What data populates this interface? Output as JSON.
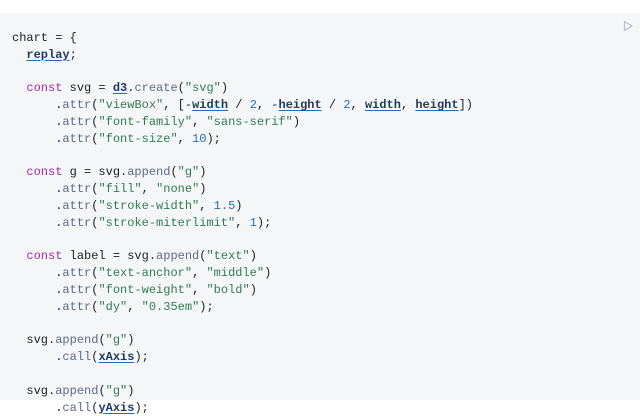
{
  "cell": {
    "run_icon": "play-icon",
    "lines": [
      [
        {
          "t": "chart = {",
          "c": ""
        }
      ],
      [
        {
          "t": "  ",
          "c": ""
        },
        {
          "t": "replay",
          "c": "ref"
        },
        {
          "t": ";",
          "c": ""
        }
      ],
      [
        {
          "t": "",
          "c": ""
        }
      ],
      [
        {
          "t": "  ",
          "c": ""
        },
        {
          "t": "const",
          "c": "kw"
        },
        {
          "t": " svg = ",
          "c": ""
        },
        {
          "t": "d3",
          "c": "ref"
        },
        {
          "t": ".",
          "c": ""
        },
        {
          "t": "create",
          "c": "mth"
        },
        {
          "t": "(",
          "c": ""
        },
        {
          "t": "\"svg\"",
          "c": "str"
        },
        {
          "t": ")",
          "c": ""
        }
      ],
      [
        {
          "t": "      .",
          "c": ""
        },
        {
          "t": "attr",
          "c": "mth"
        },
        {
          "t": "(",
          "c": ""
        },
        {
          "t": "\"viewBox\"",
          "c": "str"
        },
        {
          "t": ", [-",
          "c": ""
        },
        {
          "t": "width",
          "c": "ref"
        },
        {
          "t": " / ",
          "c": ""
        },
        {
          "t": "2",
          "c": "num"
        },
        {
          "t": ", -",
          "c": ""
        },
        {
          "t": "height",
          "c": "ref"
        },
        {
          "t": " / ",
          "c": ""
        },
        {
          "t": "2",
          "c": "num"
        },
        {
          "t": ", ",
          "c": ""
        },
        {
          "t": "width",
          "c": "ref"
        },
        {
          "t": ", ",
          "c": ""
        },
        {
          "t": "height",
          "c": "ref"
        },
        {
          "t": "])",
          "c": ""
        }
      ],
      [
        {
          "t": "      .",
          "c": ""
        },
        {
          "t": "attr",
          "c": "mth"
        },
        {
          "t": "(",
          "c": ""
        },
        {
          "t": "\"font-family\"",
          "c": "str"
        },
        {
          "t": ", ",
          "c": ""
        },
        {
          "t": "\"sans-serif\"",
          "c": "str"
        },
        {
          "t": ")",
          "c": ""
        }
      ],
      [
        {
          "t": "      .",
          "c": ""
        },
        {
          "t": "attr",
          "c": "mth"
        },
        {
          "t": "(",
          "c": ""
        },
        {
          "t": "\"font-size\"",
          "c": "str"
        },
        {
          "t": ", ",
          "c": ""
        },
        {
          "t": "10",
          "c": "num"
        },
        {
          "t": ");",
          "c": ""
        }
      ],
      [
        {
          "t": "",
          "c": ""
        }
      ],
      [
        {
          "t": "  ",
          "c": ""
        },
        {
          "t": "const",
          "c": "kw"
        },
        {
          "t": " g = svg.",
          "c": ""
        },
        {
          "t": "append",
          "c": "mth"
        },
        {
          "t": "(",
          "c": ""
        },
        {
          "t": "\"g\"",
          "c": "str"
        },
        {
          "t": ")",
          "c": ""
        }
      ],
      [
        {
          "t": "      .",
          "c": ""
        },
        {
          "t": "attr",
          "c": "mth"
        },
        {
          "t": "(",
          "c": ""
        },
        {
          "t": "\"fill\"",
          "c": "str"
        },
        {
          "t": ", ",
          "c": ""
        },
        {
          "t": "\"none\"",
          "c": "str"
        },
        {
          "t": ")",
          "c": ""
        }
      ],
      [
        {
          "t": "      .",
          "c": ""
        },
        {
          "t": "attr",
          "c": "mth"
        },
        {
          "t": "(",
          "c": ""
        },
        {
          "t": "\"stroke-width\"",
          "c": "str"
        },
        {
          "t": ", ",
          "c": ""
        },
        {
          "t": "1.5",
          "c": "num"
        },
        {
          "t": ")",
          "c": ""
        }
      ],
      [
        {
          "t": "      .",
          "c": ""
        },
        {
          "t": "attr",
          "c": "mth"
        },
        {
          "t": "(",
          "c": ""
        },
        {
          "t": "\"stroke-miterlimit\"",
          "c": "str"
        },
        {
          "t": ", ",
          "c": ""
        },
        {
          "t": "1",
          "c": "num"
        },
        {
          "t": ");",
          "c": ""
        }
      ],
      [
        {
          "t": "",
          "c": ""
        }
      ],
      [
        {
          "t": "  ",
          "c": ""
        },
        {
          "t": "const",
          "c": "kw"
        },
        {
          "t": " label = svg.",
          "c": ""
        },
        {
          "t": "append",
          "c": "mth"
        },
        {
          "t": "(",
          "c": ""
        },
        {
          "t": "\"text\"",
          "c": "str"
        },
        {
          "t": ")",
          "c": ""
        }
      ],
      [
        {
          "t": "      .",
          "c": ""
        },
        {
          "t": "attr",
          "c": "mth"
        },
        {
          "t": "(",
          "c": ""
        },
        {
          "t": "\"text-anchor\"",
          "c": "str"
        },
        {
          "t": ", ",
          "c": ""
        },
        {
          "t": "\"middle\"",
          "c": "str"
        },
        {
          "t": ")",
          "c": ""
        }
      ],
      [
        {
          "t": "      .",
          "c": ""
        },
        {
          "t": "attr",
          "c": "mth"
        },
        {
          "t": "(",
          "c": ""
        },
        {
          "t": "\"font-weight\"",
          "c": "str"
        },
        {
          "t": ", ",
          "c": ""
        },
        {
          "t": "\"bold\"",
          "c": "str"
        },
        {
          "t": ")",
          "c": ""
        }
      ],
      [
        {
          "t": "      .",
          "c": ""
        },
        {
          "t": "attr",
          "c": "mth"
        },
        {
          "t": "(",
          "c": ""
        },
        {
          "t": "\"dy\"",
          "c": "str"
        },
        {
          "t": ", ",
          "c": ""
        },
        {
          "t": "\"0.35em\"",
          "c": "str"
        },
        {
          "t": ");",
          "c": ""
        }
      ],
      [
        {
          "t": "",
          "c": ""
        }
      ],
      [
        {
          "t": "  svg.",
          "c": ""
        },
        {
          "t": "append",
          "c": "mth"
        },
        {
          "t": "(",
          "c": ""
        },
        {
          "t": "\"g\"",
          "c": "str"
        },
        {
          "t": ")",
          "c": ""
        }
      ],
      [
        {
          "t": "      .",
          "c": ""
        },
        {
          "t": "call",
          "c": "mth"
        },
        {
          "t": "(",
          "c": ""
        },
        {
          "t": "xAxis",
          "c": "ref"
        },
        {
          "t": ");",
          "c": ""
        }
      ],
      [
        {
          "t": "",
          "c": ""
        }
      ],
      [
        {
          "t": "  svg.",
          "c": ""
        },
        {
          "t": "append",
          "c": "mth"
        },
        {
          "t": "(",
          "c": ""
        },
        {
          "t": "\"g\"",
          "c": "str"
        },
        {
          "t": ")",
          "c": ""
        }
      ],
      [
        {
          "t": "      .",
          "c": ""
        },
        {
          "t": "call",
          "c": "mth"
        },
        {
          "t": "(",
          "c": ""
        },
        {
          "t": "yAxis",
          "c": "ref"
        },
        {
          "t": ");",
          "c": ""
        }
      ]
    ]
  }
}
